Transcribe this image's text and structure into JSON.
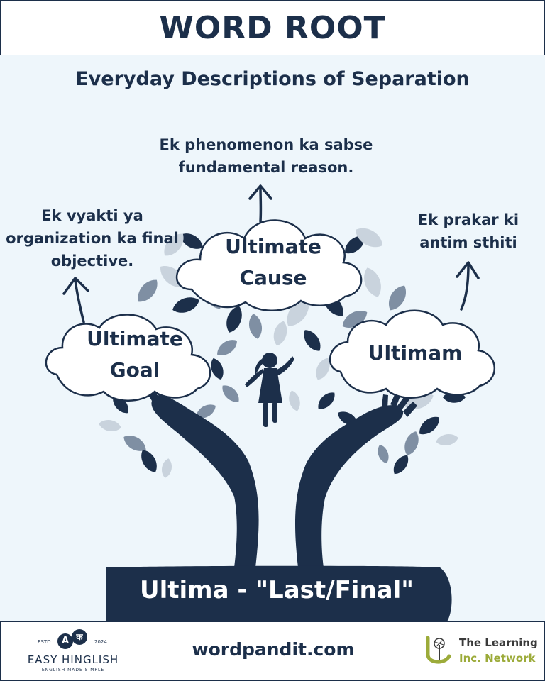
{
  "header": {
    "title": "WORD ROOT"
  },
  "subtitle": "Everyday Descriptions of Separation",
  "root": {
    "label": "Ultima - \"Last/Final\""
  },
  "branches": {
    "cause": {
      "label_line1": "Ultimate",
      "label_line2": "Cause",
      "desc_line1": "Ek phenomenon ka sabse",
      "desc_line2": "fundamental reason."
    },
    "goal": {
      "label_line1": "Ultimate",
      "label_line2": "Goal",
      "desc_line1": "Ek vyakti ya",
      "desc_line2": "organization ka final",
      "desc_line3": "objective."
    },
    "ultimam": {
      "label_line1": "Ultimam",
      "desc_line1": "Ek prakar ki",
      "desc_line2": "antim sthiti"
    }
  },
  "footer": {
    "left_brand": {
      "est_left": "ESTD",
      "est_right": "2024",
      "logo_a": "A",
      "logo_k": "क",
      "name": "EASY HINGLISH",
      "tagline": "ENGLISH MADE SIMPLE"
    },
    "site": "wordpandit.com",
    "right_brand": {
      "line1": "The Learning",
      "line2": "Inc. Network"
    }
  },
  "colors": {
    "navy": "#1c2f4a",
    "background": "#eef6fb",
    "leaf_light": "#c9d3dd",
    "leaf_mid": "#7f8fa3",
    "brand_green": "#9cab3a"
  }
}
